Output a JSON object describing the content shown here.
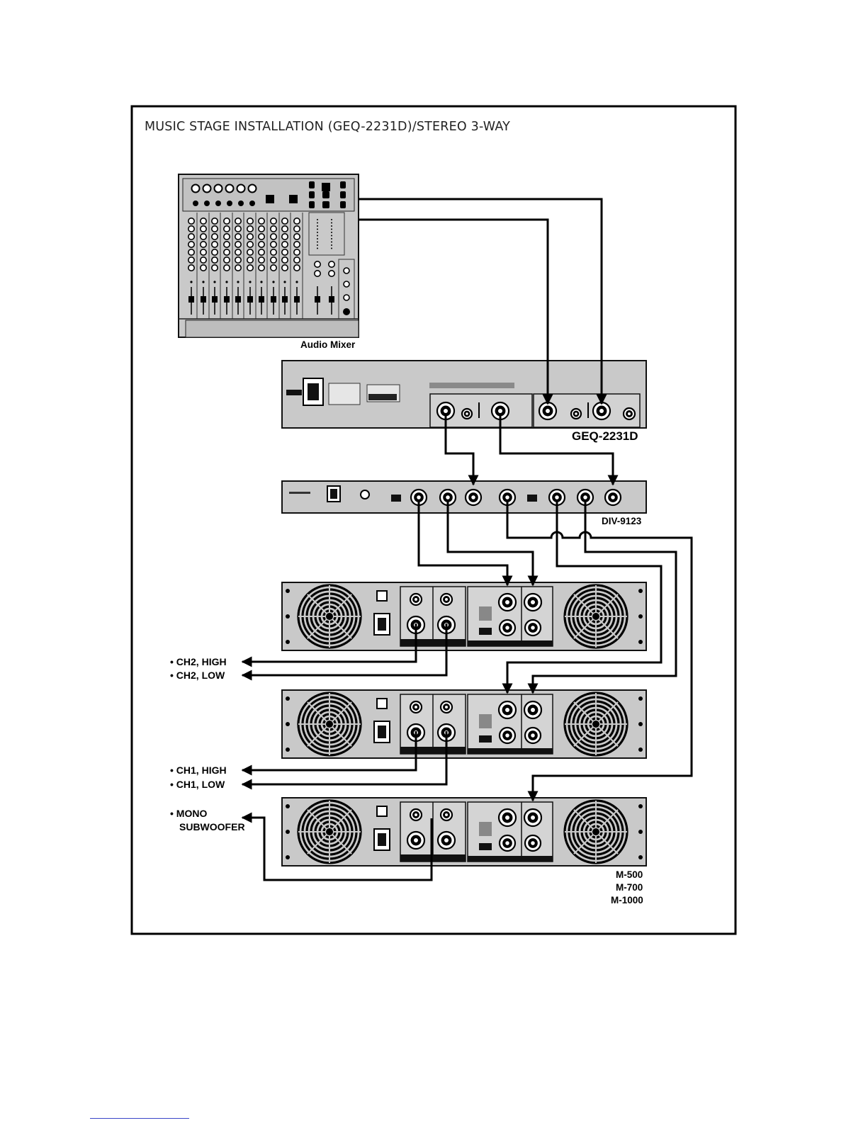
{
  "title": "MUSIC STAGE INSTALLATION (GEQ-2231D)/STEREO 3-WAY",
  "devices": {
    "mixer": "Audio Mixer",
    "eq": "GEQ-2231D",
    "crossover": "DIV-9123",
    "amp_models": [
      "M-500",
      "M-700",
      "M-1000"
    ]
  },
  "outputs": {
    "ch2_high": "• CH2, HIGH",
    "ch2_low": "• CH2, LOW",
    "ch1_high": "• CH1, HIGH",
    "ch1_low": "• CH1, LOW",
    "mono_line1": "• MONO",
    "mono_line2": "SUBWOOFER"
  },
  "colors": {
    "device_fill": "#c9c9c9",
    "device_stroke": "#111111",
    "cable": "#000000",
    "footer_link": "#3a45c8"
  }
}
